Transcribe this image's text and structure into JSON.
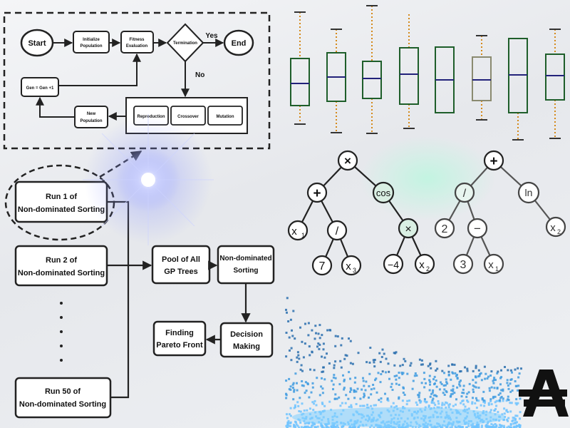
{
  "flowchart": {
    "start": "Start",
    "init": [
      "Initialize",
      "Population"
    ],
    "fitness": [
      "Fitness",
      "Evaluation"
    ],
    "termination": "Termination",
    "yes": "Yes",
    "no": "No",
    "end": "End",
    "gen": "Gen = Gen +1",
    "new_pop": [
      "New",
      "Population"
    ],
    "ops": [
      "Reproduction",
      "Crossover",
      "Mutation"
    ]
  },
  "pipeline": {
    "run1": [
      "Run 1 of",
      "Non-dominated Sorting"
    ],
    "run2": [
      "Run 2 of",
      "Non-dominated Sorting"
    ],
    "run50": [
      "Run 50 of",
      "Non-dominated Sorting"
    ],
    "pool": [
      "Pool of All",
      "GP Trees"
    ],
    "nds": [
      "Non-dominated",
      "Sorting"
    ],
    "decision": [
      "Decision",
      "Making"
    ],
    "pareto": [
      "Finding",
      "Pareto Front"
    ]
  },
  "tree1": {
    "root": "×",
    "plus": "+",
    "cos": "cos",
    "x1": "x",
    "x1_sub": "1",
    "div": "/",
    "seven": "7",
    "x3": "x",
    "x3_sub": "3",
    "times": "×",
    "neg4": "−4",
    "x2": "x",
    "x2_sub": "2"
  },
  "tree2": {
    "root": "+",
    "div": "/",
    "ln": "ln",
    "two": "2",
    "minus": "−",
    "x2": "x",
    "x2_sub": "2",
    "three": "3",
    "x1": "x",
    "x1_sub": "1"
  },
  "colors": {
    "box_green": "#1e5e2a",
    "whisker": "#d4891a",
    "median": "#22227a",
    "scatter": "#2a7fbf"
  }
}
